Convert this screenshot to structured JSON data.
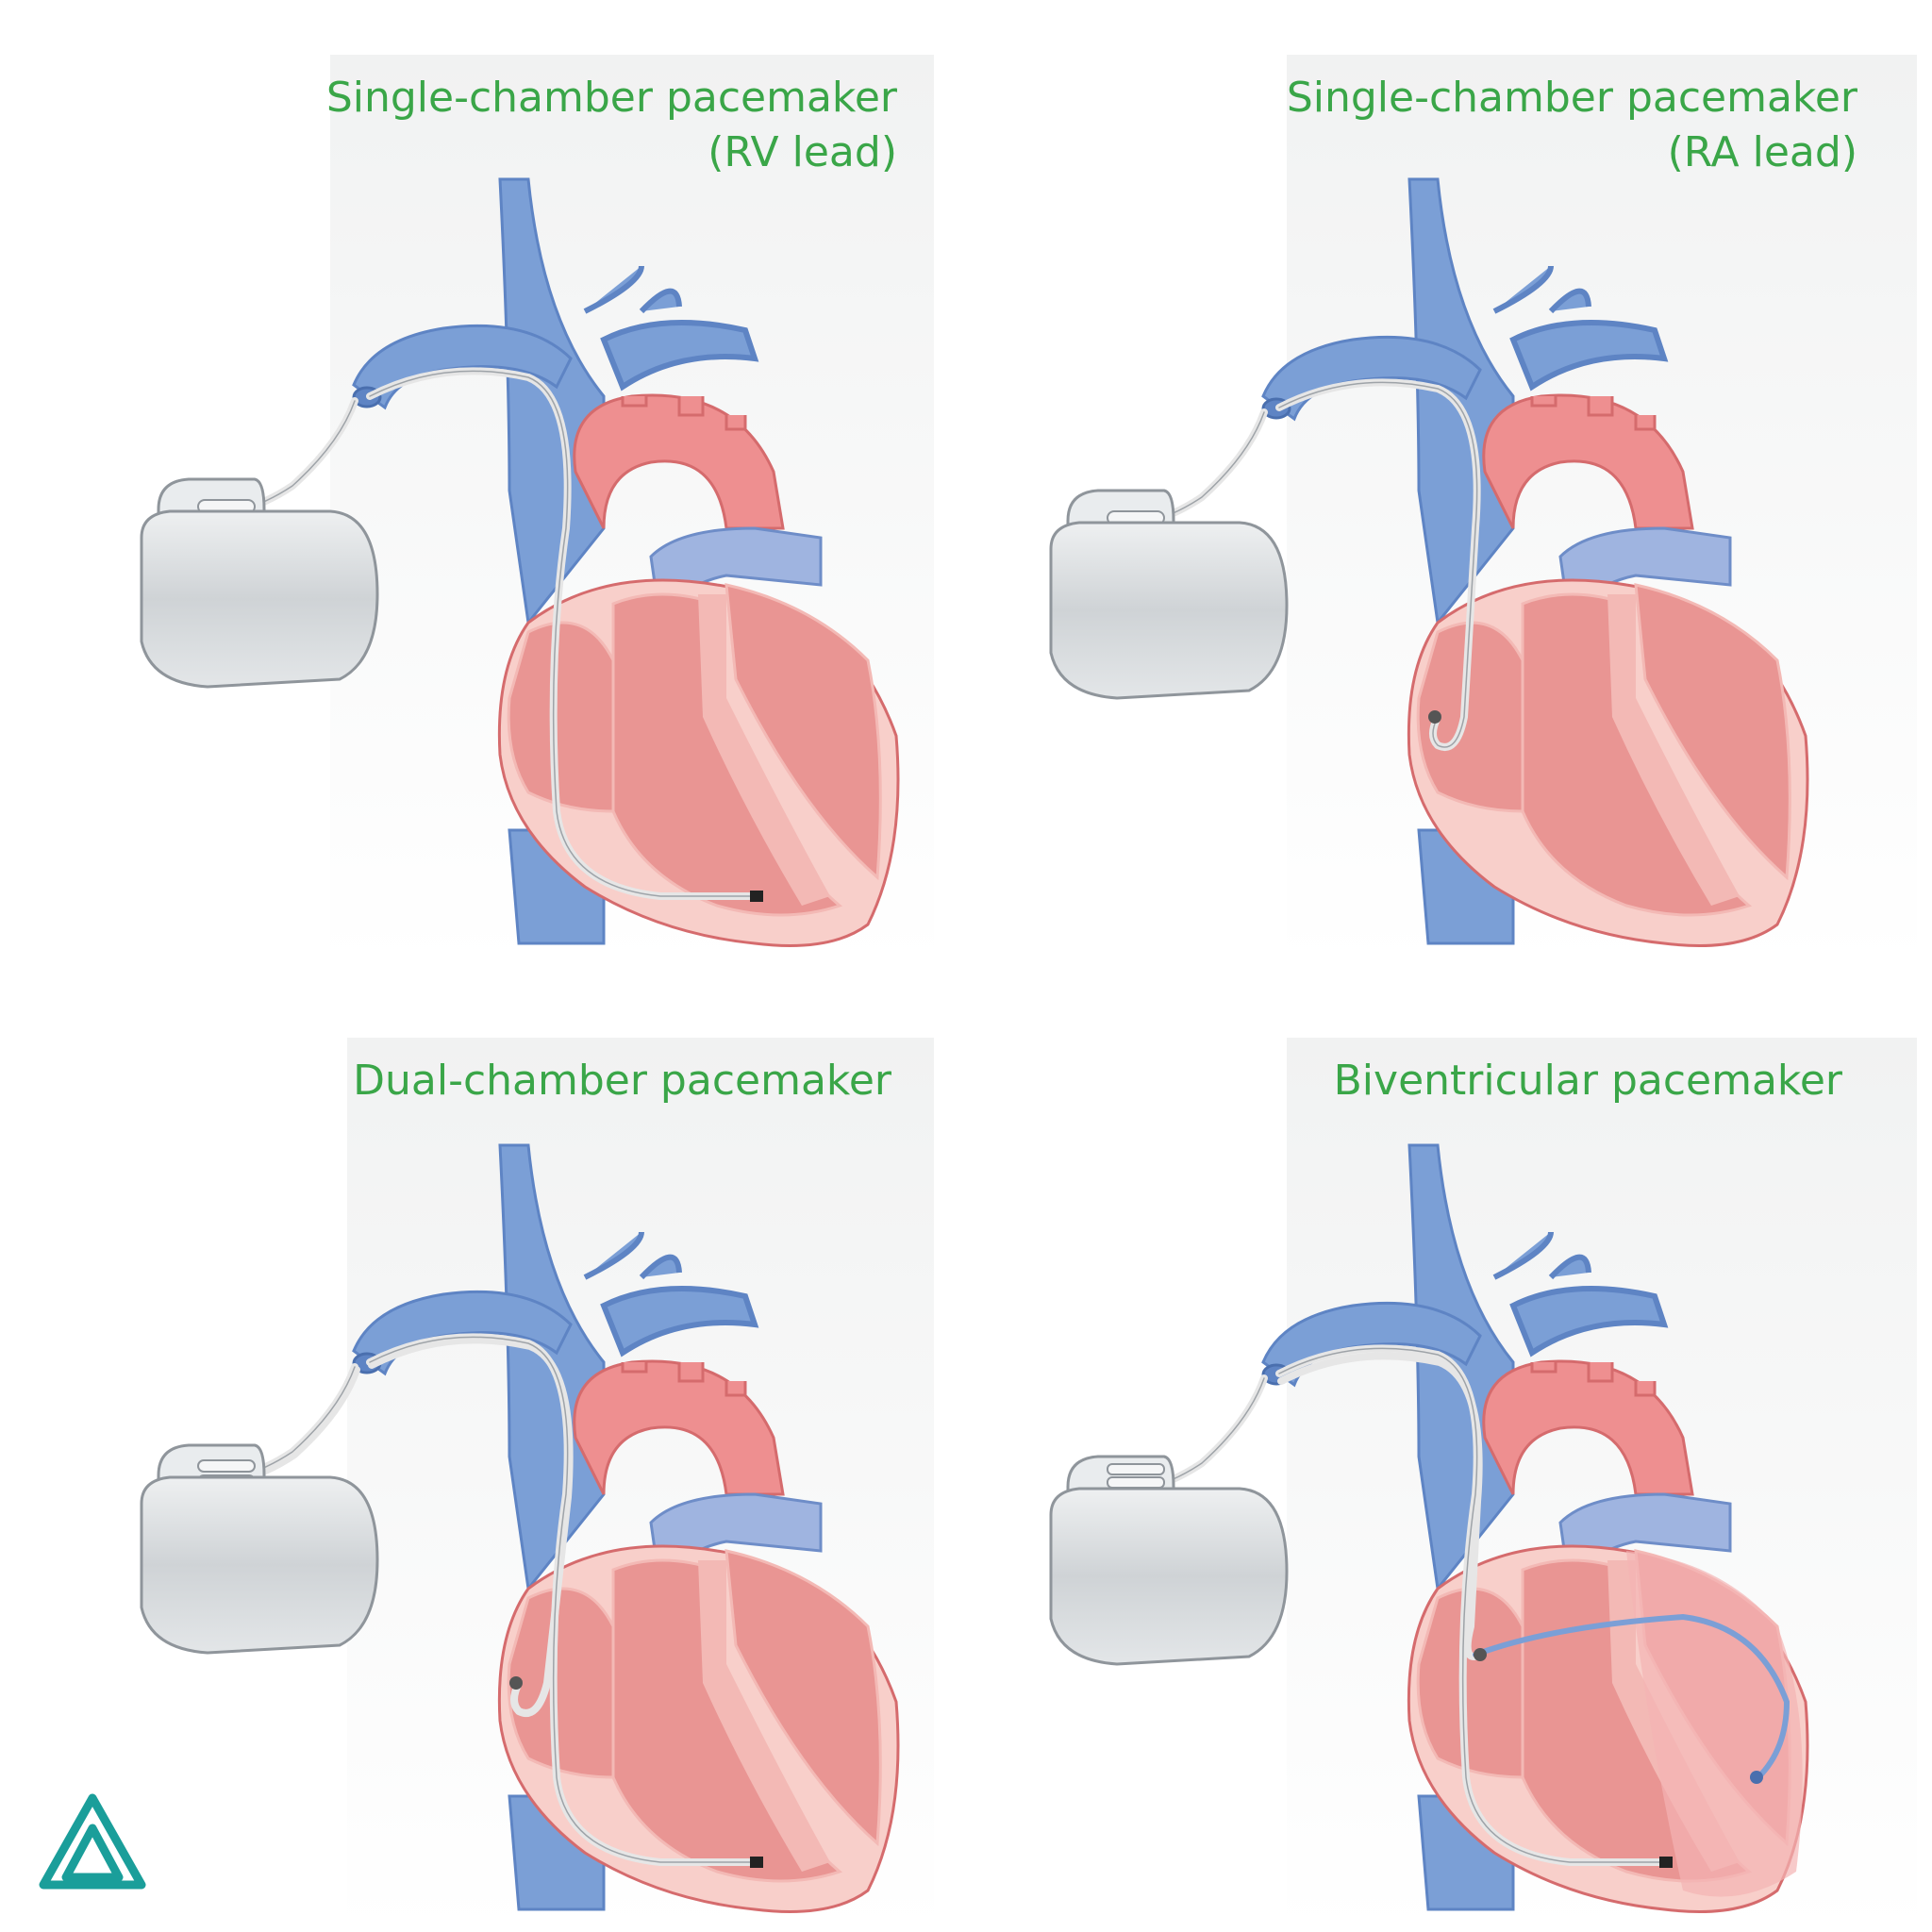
{
  "panels": [
    {
      "title_line1": "Single-chamber pacemaker",
      "title_line2": "(RV lead)",
      "variant": "rv"
    },
    {
      "title_line1": "Single-chamber pacemaker",
      "title_line2": "(RA lead)",
      "variant": "ra"
    },
    {
      "title_line1": "Dual-chamber pacemaker",
      "title_line2": "",
      "variant": "dual"
    },
    {
      "title_line1": "Biventricular pacemaker",
      "title_line2": "",
      "variant": "biv"
    }
  ],
  "colors": {
    "title": "#3aa648",
    "vein": "#7b9fd6",
    "artery": "#ee8f90",
    "myocardium": "#f8cfca",
    "chamber": "#e99593",
    "lead": "#e6e6e6",
    "device": "#dcdfe2",
    "panel_background": "#f2f2f2",
    "logo": "#1a9e9a"
  },
  "icons": {
    "logo": "triangle-logo-icon"
  }
}
